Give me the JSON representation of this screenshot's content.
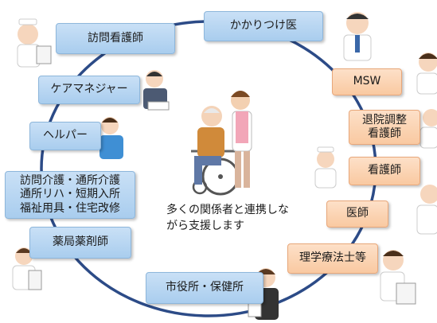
{
  "nodes": {
    "kakaritsuke": "かかりつけ医",
    "houmon_kango": "訪問看護師",
    "care_manager": "ケアマネジャー",
    "helper": "ヘルパー",
    "services": "訪問介護・通所介護\n通所リハ・短期入所\n福祉用具・住宅改修",
    "pharmacist": "薬局薬剤師",
    "city_office": "市役所・保健所",
    "msw": "MSW",
    "discharge_nurse": "退院調整\n看護師",
    "nurse": "看護師",
    "doctor": "医師",
    "pt": "理学療法士等"
  },
  "center_caption": "多くの関係者と連携しな\nがら支援します",
  "colors": {
    "ring": "#2c4b87",
    "blue_box": "#b7d5f2",
    "orange_box": "#fbd3b3"
  }
}
